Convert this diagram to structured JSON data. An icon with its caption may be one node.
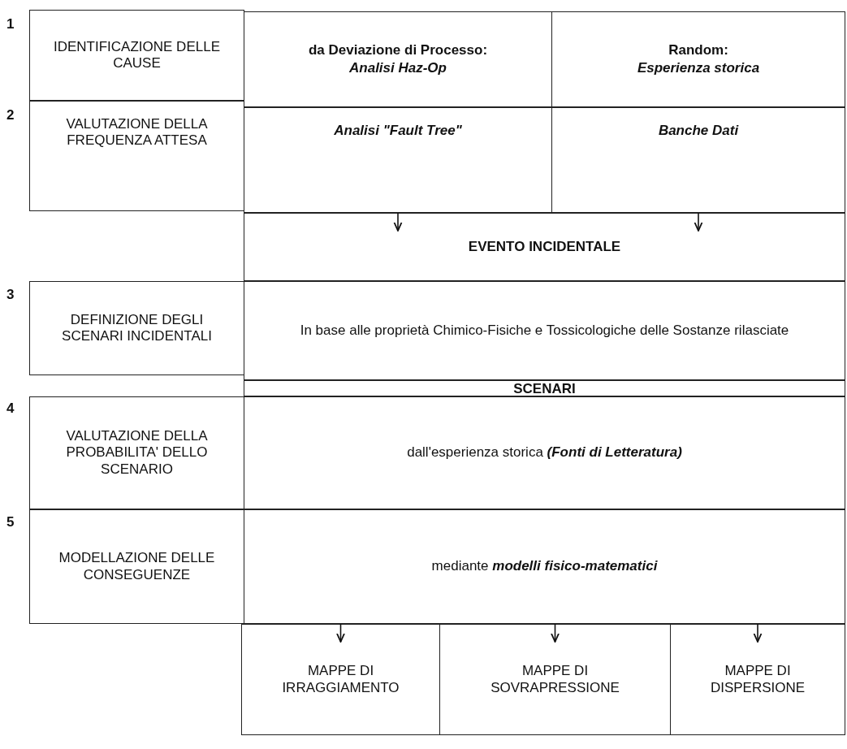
{
  "diagram": {
    "nodes": [
      {
        "text": [
          "IDENTIFICAZIONE DELLE CAUSE"
        ]
      },
      {
        "text": [
          "da Deviazione di Processo:",
          "Analisi Haz-Op"
        ]
      },
      {
        "text": [
          "Random:",
          "Esperienza storica"
        ]
      },
      {
        "text": [
          "VALUTAZIONE DELLA FREQUENZA ATTESA"
        ]
      },
      {
        "text": [
          "Analisi \"Fault Tree\""
        ]
      },
      {
        "text": [
          "Banche Dati"
        ]
      },
      {
        "text": [
          "EVENTO INCIDENTALE"
        ]
      },
      {
        "text": [
          "DEFINIZIONE DEGLI SCENARI INCIDENTALI"
        ]
      },
      {
        "text": [
          "In base alle proprietà Chimico-Fisiche e Tossicologiche delle Sostanze rilasciate"
        ]
      },
      {
        "text": [
          "SCENARI"
        ]
      },
      {
        "text": [
          "VALUTAZIONE DELLA PROBABILITA' DELLO SCENARIO"
        ]
      },
      {
        "text": [
          "dall'esperienza storica **(Fonti di Letteratura)**"
        ]
      },
      {
        "text": [
          "MODELLAZIONE DELLE CONSEGUENZE"
        ]
      },
      {
        "text": [
          "mediante **modelli fisico-matematici**"
        ]
      },
      {
        "text": [
          "MAPPE DI IRRAGGIAMENTO"
        ]
      },
      {
        "text": [
          "MAPPE DI SOVRAPRESSIONE"
        ]
      },
      {
        "text": [
          "MAPPE DI DISPERSIONE"
        ]
      }
    ],
    "edges": [
      {
        "from": 4,
        "to": 6,
        "arrow": "to"
      },
      {
        "from": 5,
        "to": 6,
        "arrow": "to"
      },
      {
        "from": 13,
        "to": 14,
        "arrow": "to"
      },
      {
        "from": 13,
        "to": 15,
        "arrow": "to"
      },
      {
        "from": 13,
        "to": 16,
        "arrow": "to"
      }
    ],
    "labels": [
      "1",
      "2",
      "3",
      "4",
      "5"
    ]
  }
}
